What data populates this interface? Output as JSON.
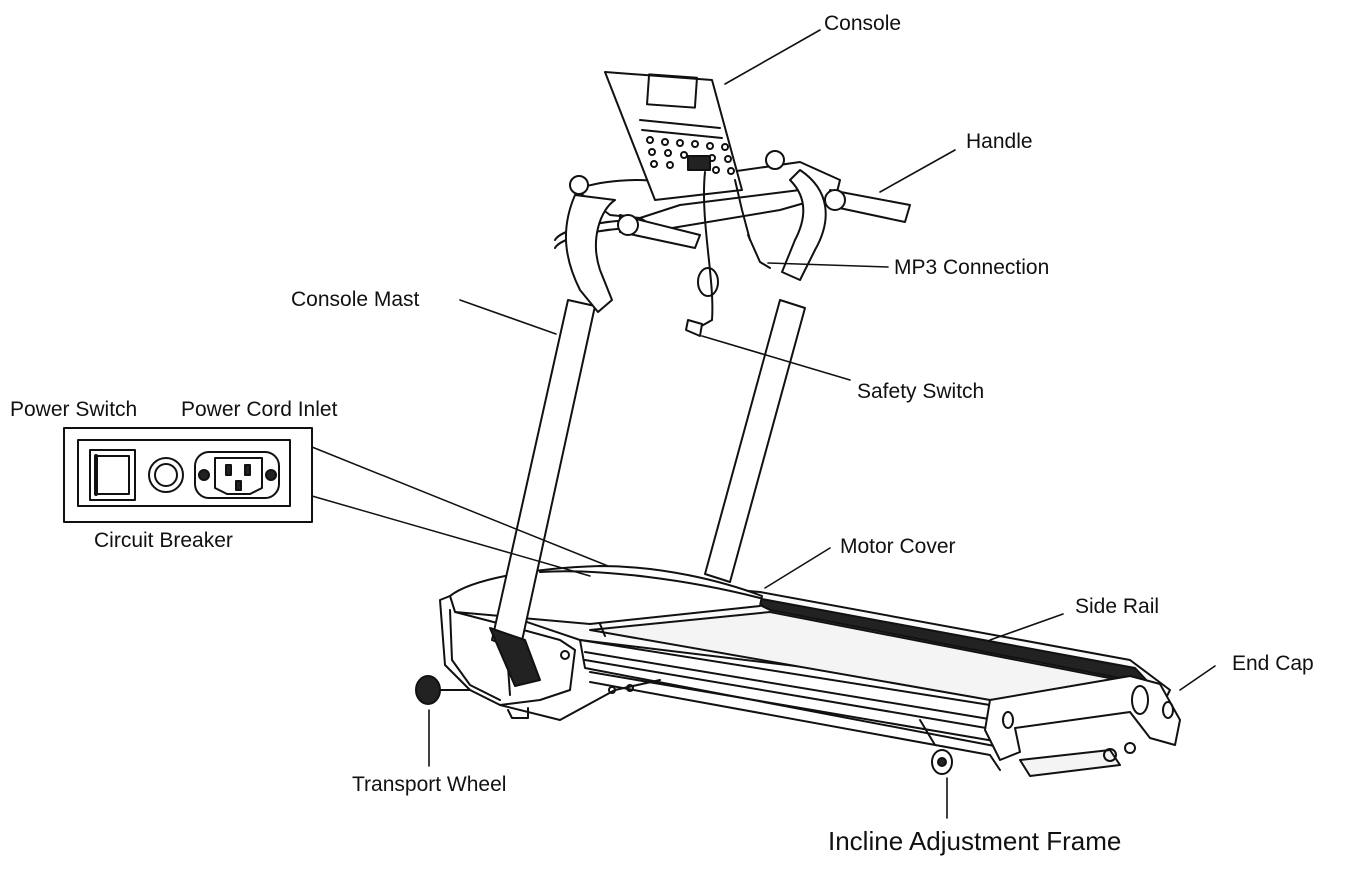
{
  "labels": {
    "console": "Console",
    "handle": "Handle",
    "mp3_connection": "MP3 Connection",
    "console_mast": "Console Mast",
    "safety_switch": "Safety Switch",
    "power_switch": "Power Switch",
    "power_cord_inlet": "Power Cord Inlet",
    "circuit_breaker": "Circuit Breaker",
    "motor_cover": "Motor Cover",
    "side_rail": "Side Rail",
    "end_cap": "End Cap",
    "transport_wheel": "Transport Wheel",
    "incline_adjustment_frame": "Incline Adjustment Frame"
  },
  "colors": {
    "ink": "#111111",
    "fill_dark": "#222222",
    "fill_light": "#f4f4f4"
  }
}
